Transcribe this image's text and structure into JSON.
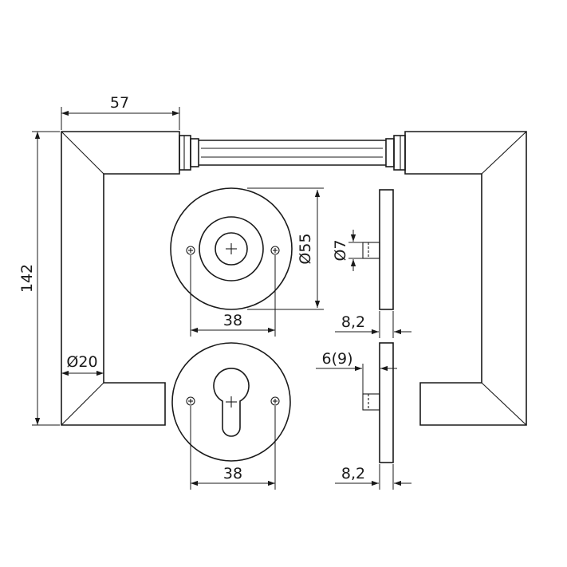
{
  "colors": {
    "line": "#1a1a1a",
    "background": "#ffffff"
  },
  "dimensions": {
    "lever_length": "57",
    "height": "142",
    "handle_diameter": "Ø20",
    "rose_diameter": "Ø55",
    "spindle_diameter": "Ø7",
    "screw_spacing_round": "38",
    "screw_spacing_cylinder": "38",
    "rose_thickness_top": "8,2",
    "rose_thickness_bottom": "8,2",
    "spindle_offset": "6(9)"
  }
}
